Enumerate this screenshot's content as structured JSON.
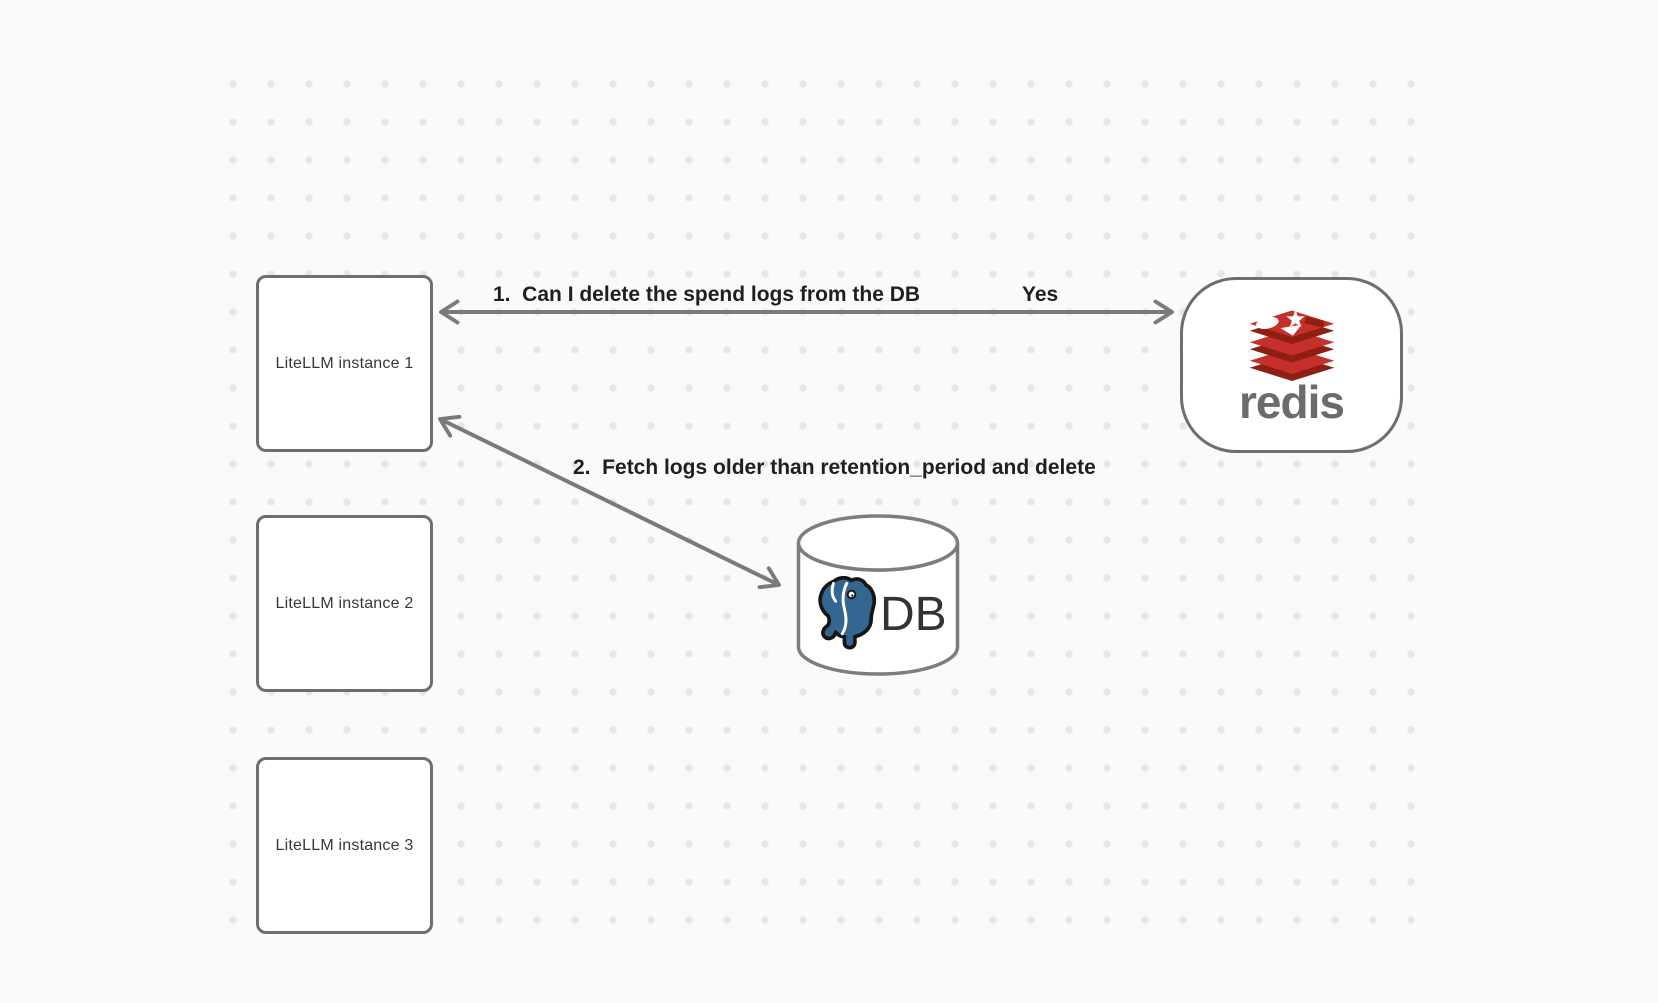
{
  "canvas": {
    "background": "#fafaf9",
    "dot_color": "#e7e6e4",
    "node_border_color": "#6e6e6e",
    "arrow_color": "#7a7a7a"
  },
  "nodes": {
    "instances": [
      {
        "label": "LiteLLM instance 1"
      },
      {
        "label": "LiteLLM instance 2"
      },
      {
        "label": "LiteLLM instance 3"
      }
    ],
    "redis": {
      "wordmark": "redis",
      "icon": "redis-stack-logo"
    },
    "db": {
      "label": "DB",
      "icon": "postgresql-elephant-icon"
    }
  },
  "arrows": [
    {
      "label": "1.  Can I delete the spend logs from the DB",
      "response": "Yes",
      "from": "Redis",
      "to": "LiteLLM instance 1",
      "direction": "bidirectional"
    },
    {
      "label": "2.  Fetch logs older than retention_period and delete",
      "from": "LiteLLM instance 1",
      "to": "DB",
      "direction": "bidirectional"
    }
  ],
  "colors": {
    "redis_bright": "#c5302b",
    "redis_dark": "#8e1f12",
    "postgres_blue": "#336791",
    "wordmark_gray": "#6b6b6b",
    "label_text": "#1f1f1f",
    "box_text": "#383838"
  }
}
